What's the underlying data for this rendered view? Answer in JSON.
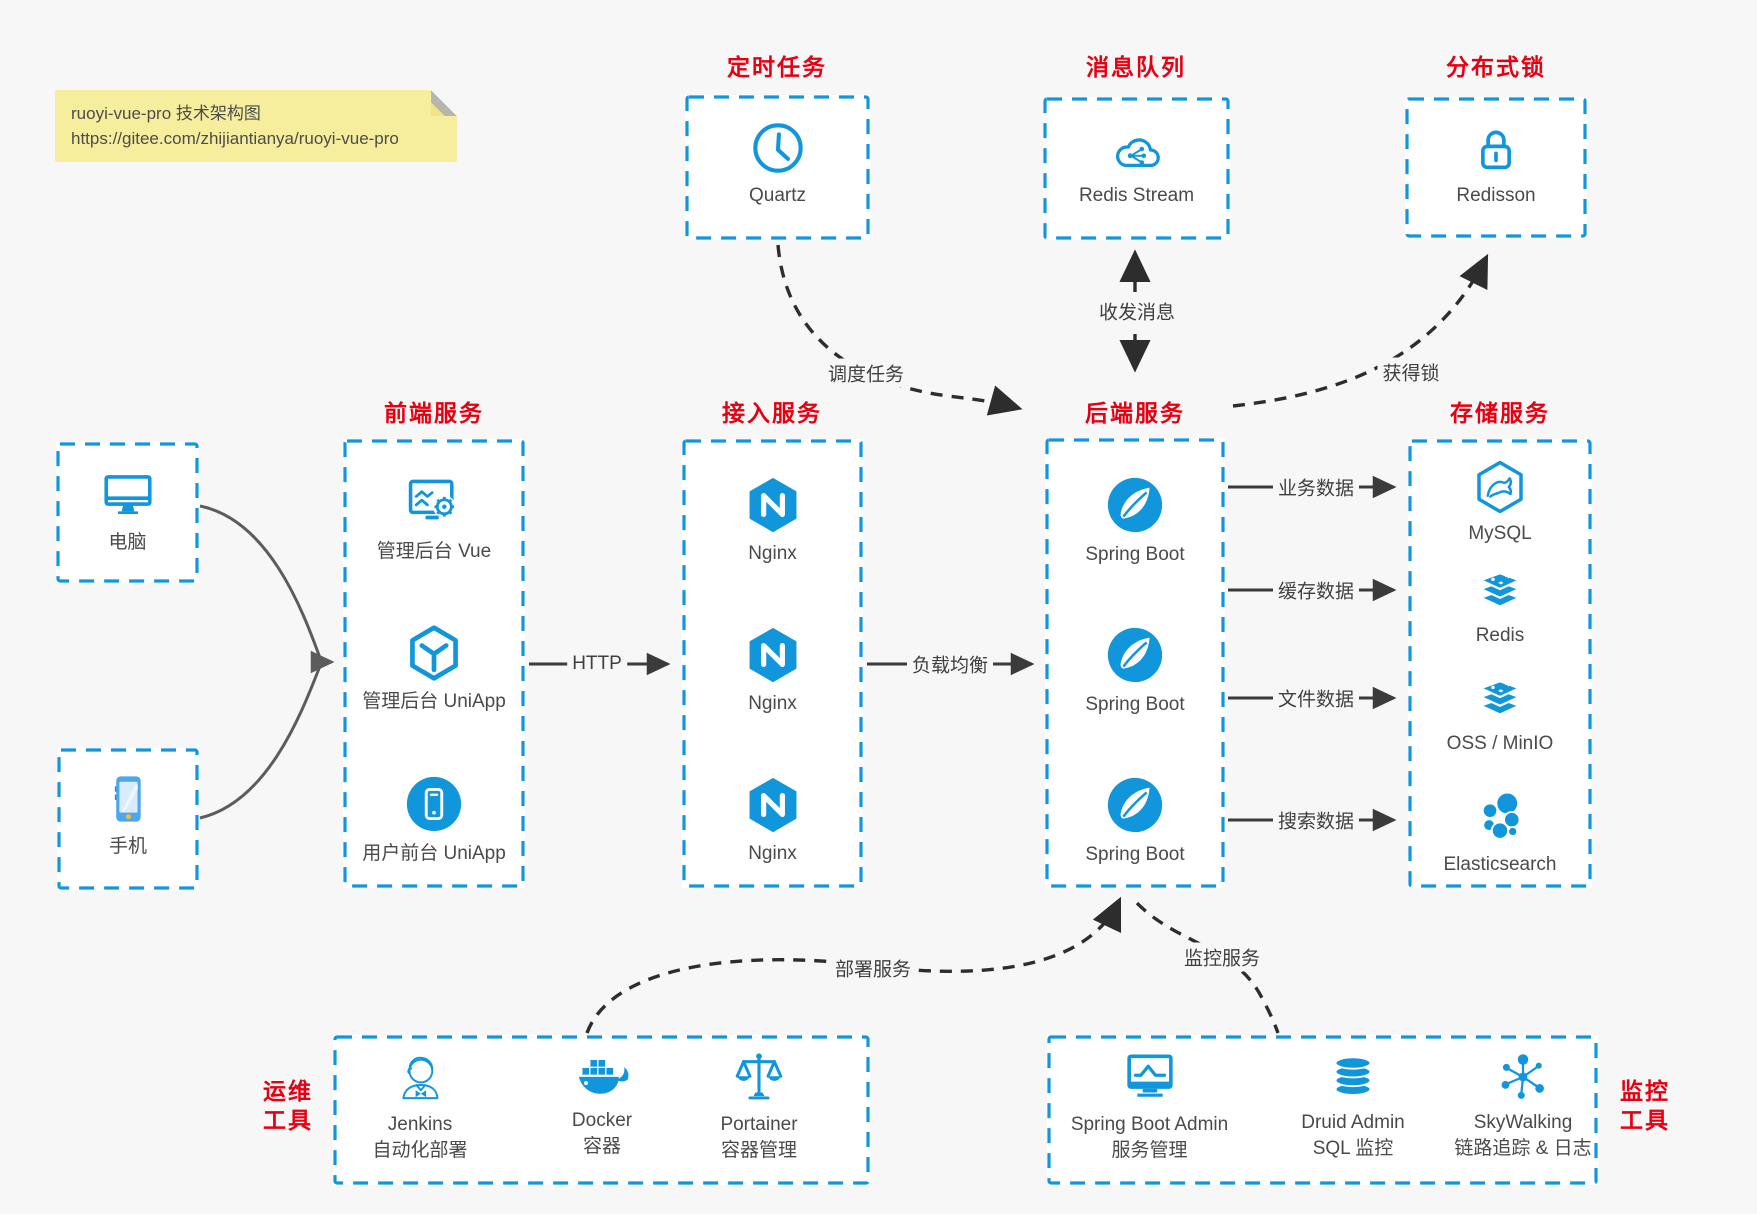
{
  "colors": {
    "accent_blue": "#1296db",
    "title_red": "#e60012",
    "note_bg": "#f6ee9c",
    "label_gray": "#4a4a4a"
  },
  "note": {
    "line1": "ruoyi-vue-pro 技术架构图",
    "line2": "https://gitee.com/zhijiantianya/ruoyi-vue-pro"
  },
  "groups": {
    "scheduled_task": {
      "title": "定时任务",
      "items": [
        {
          "label": "Quartz"
        }
      ]
    },
    "message_queue": {
      "title": "消息队列",
      "items": [
        {
          "label": "Redis Stream"
        }
      ]
    },
    "distributed_lock": {
      "title": "分布式锁",
      "items": [
        {
          "label": "Redisson"
        }
      ]
    },
    "clients": {
      "items": [
        {
          "label": "电脑"
        },
        {
          "label": "手机"
        }
      ]
    },
    "frontend": {
      "title": "前端服务",
      "items": [
        {
          "label": "管理后台 Vue"
        },
        {
          "label": "管理后台 UniApp"
        },
        {
          "label": "用户前台 UniApp"
        }
      ]
    },
    "gateway": {
      "title": "接入服务",
      "items": [
        {
          "label": "Nginx"
        },
        {
          "label": "Nginx"
        },
        {
          "label": "Nginx"
        }
      ]
    },
    "backend": {
      "title": "后端服务",
      "items": [
        {
          "label": "Spring Boot"
        },
        {
          "label": "Spring Boot"
        },
        {
          "label": "Spring Boot"
        }
      ]
    },
    "storage": {
      "title": "存储服务",
      "items": [
        {
          "label": "MySQL"
        },
        {
          "label": "Redis"
        },
        {
          "label": "OSS / MinIO"
        },
        {
          "label": "Elasticsearch"
        }
      ]
    },
    "ops": {
      "side_label_line1": "运维",
      "side_label_line2": "工具",
      "items": [
        {
          "name": "Jenkins",
          "desc": "自动化部署"
        },
        {
          "name": "Docker",
          "desc": "容器"
        },
        {
          "name": "Portainer",
          "desc": "容器管理"
        }
      ]
    },
    "monitoring": {
      "side_label_line1": "监控",
      "side_label_line2": "工具",
      "items": [
        {
          "name": "Spring Boot Admin",
          "desc": "服务管理"
        },
        {
          "name": "Druid Admin",
          "desc": "SQL 监控"
        },
        {
          "name": "SkyWalking",
          "desc": "链路追踪 & 日志"
        }
      ]
    }
  },
  "edges": {
    "http": "HTTP",
    "load_balance": "负载均衡",
    "business_data": "业务数据",
    "cache_data": "缓存数据",
    "file_data": "文件数据",
    "search_data": "搜索数据",
    "schedule_task": "调度任务",
    "send_receive_message": "收发消息",
    "acquire_lock": "获得锁",
    "deploy_service": "部署服务",
    "monitor_service": "监控服务"
  }
}
